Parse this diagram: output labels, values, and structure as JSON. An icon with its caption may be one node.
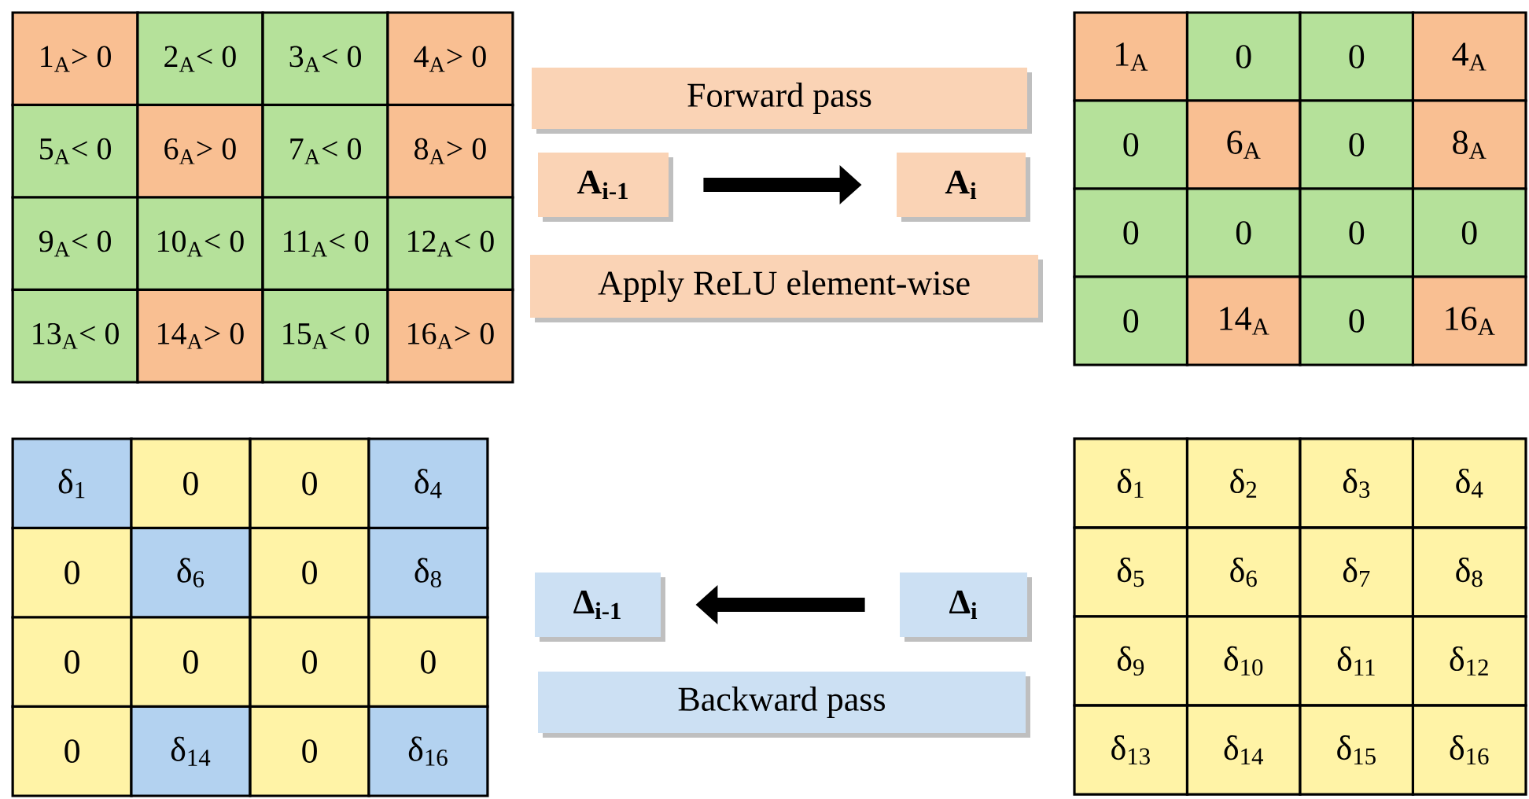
{
  "diagram": {
    "nodes": [
      {
        "text": [
          "1$_{A}$> 0"
        ]
      },
      {
        "text": [
          "2$_{A}$< 0"
        ]
      },
      {
        "text": [
          "3$_{A}$< 0"
        ]
      },
      {
        "text": [
          "4$_{A}$> 0"
        ]
      },
      {
        "text": [
          "5$_{A}$< 0"
        ]
      },
      {
        "text": [
          "6$_{A}$> 0"
        ]
      },
      {
        "text": [
          "7$_{A}$< 0"
        ]
      },
      {
        "text": [
          "8$_{A}$> 0"
        ]
      },
      {
        "text": [
          "9$_{A}$< 0"
        ]
      },
      {
        "text": [
          "10$_{A}$< 0"
        ]
      },
      {
        "text": [
          "11$_{A}$< 0"
        ]
      },
      {
        "text": [
          "12$_{A}$< 0"
        ]
      },
      {
        "text": [
          "13$_{A}$< 0"
        ]
      },
      {
        "text": [
          "14$_{A}$> 0"
        ]
      },
      {
        "text": [
          "15$_{A}$< 0"
        ]
      },
      {
        "text": [
          "16$_{A}$> 0"
        ]
      },
      {
        "text": [
          "Forward pass"
        ]
      },
      {
        "text": [
          "A$_{i-1}$"
        ]
      },
      {
        "text": [
          "A$_{i}$"
        ]
      },
      {
        "text": [
          "Apply ReLU element-wise"
        ]
      },
      {
        "text": [
          "1$_{A}$"
        ]
      },
      {
        "text": [
          "0"
        ]
      },
      {
        "text": [
          "0"
        ]
      },
      {
        "text": [
          "4$_{A}$"
        ]
      },
      {
        "text": [
          "0"
        ]
      },
      {
        "text": [
          "6$_{A}$"
        ]
      },
      {
        "text": [
          "0"
        ]
      },
      {
        "text": [
          "8$_{A}$"
        ]
      },
      {
        "text": [
          "0"
        ]
      },
      {
        "text": [
          "0"
        ]
      },
      {
        "text": [
          "0"
        ]
      },
      {
        "text": [
          "0"
        ]
      },
      {
        "text": [
          "0"
        ]
      },
      {
        "text": [
          "14$_{A}$"
        ]
      },
      {
        "text": [
          "0"
        ]
      },
      {
        "text": [
          "16$_{A}$"
        ]
      },
      {
        "text": [
          "δ$_{1}$"
        ]
      },
      {
        "text": [
          "0"
        ]
      },
      {
        "text": [
          "0"
        ]
      },
      {
        "text": [
          "δ$_{4}$"
        ]
      },
      {
        "text": [
          "0"
        ]
      },
      {
        "text": [
          "δ$_{6}$"
        ]
      },
      {
        "text": [
          "0"
        ]
      },
      {
        "text": [
          "δ$_{8}$"
        ]
      },
      {
        "text": [
          "0"
        ]
      },
      {
        "text": [
          "0"
        ]
      },
      {
        "text": [
          "0"
        ]
      },
      {
        "text": [
          "0"
        ]
      },
      {
        "text": [
          "0"
        ]
      },
      {
        "text": [
          "δ$_{14}$"
        ]
      },
      {
        "text": [
          "0"
        ]
      },
      {
        "text": [
          "δ$_{16}$"
        ]
      },
      {
        "text": [
          "Δ$_{i-1}$"
        ]
      },
      {
        "text": [
          "Δ$_{i}$"
        ]
      },
      {
        "text": [
          "Backward pass"
        ]
      },
      {
        "text": [
          "δ$_{1}$"
        ]
      },
      {
        "text": [
          "δ$_{2}$"
        ]
      },
      {
        "text": [
          "δ$_{3}$"
        ]
      },
      {
        "text": [
          "δ$_{4}$"
        ]
      },
      {
        "text": [
          "δ$_{5}$"
        ]
      },
      {
        "text": [
          "δ$_{6}$"
        ]
      },
      {
        "text": [
          "δ$_{7}$"
        ]
      },
      {
        "text": [
          "δ$_{8}$"
        ]
      },
      {
        "text": [
          "δ$_{9}$"
        ]
      },
      {
        "text": [
          "δ$_{10}$"
        ]
      },
      {
        "text": [
          "δ$_{11}$"
        ]
      },
      {
        "text": [
          "δ$_{12}$"
        ]
      },
      {
        "text": [
          "δ$_{13}$"
        ]
      },
      {
        "text": [
          "δ$_{14}$"
        ]
      },
      {
        "text": [
          "δ$_{15}$"
        ]
      },
      {
        "text": [
          "δ$_{16}$"
        ]
      }
    ],
    "edges": [
      {
        "from": 17,
        "to": 18,
        "arrow": "to"
      },
      {
        "from": 53,
        "to": 52,
        "arrow": "to"
      }
    ]
  }
}
